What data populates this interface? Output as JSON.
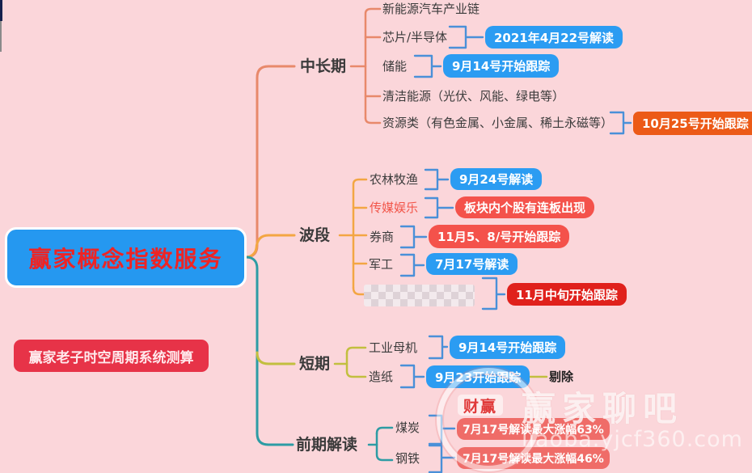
{
  "root": {
    "title": "赢家概念指数服务",
    "subtitle": "赢家老子时空周期系统测算"
  },
  "branches": [
    {
      "label": "中长期",
      "children": [
        {
          "label": "新能源汽车产业链"
        },
        {
          "label": "芯片/半导体",
          "tag": "2021年4月22号解读",
          "tag_color": "blue"
        },
        {
          "label": "储能",
          "tag": "9月14号开始跟踪",
          "tag_color": "blue"
        },
        {
          "label": "清洁能源（光伏、风能、绿电等）"
        },
        {
          "label": "资源类（有色金属、小金属、稀土永磁等）",
          "tag": "10月25号开始跟踪",
          "tag_color": "orange"
        }
      ]
    },
    {
      "label": "波段",
      "children": [
        {
          "label": "农林牧渔",
          "tag": "9月24号解读",
          "tag_color": "blue"
        },
        {
          "label": "传媒娱乐",
          "label_color": "red",
          "tag": "板块内个股有连板出现",
          "tag_color": "tomato"
        },
        {
          "label": "券商",
          "tag": "11月5、8/号开始跟踪",
          "tag_color": "tomato"
        },
        {
          "label": "军工",
          "tag": "7月17号解读",
          "tag_color": "blue"
        },
        {
          "label": "",
          "censored": true,
          "tag": "11月中旬开始跟踪",
          "tag_color": "red"
        }
      ]
    },
    {
      "label": "短期",
      "children": [
        {
          "label": "工业母机",
          "tag": "9月14号开始跟踪",
          "tag_color": "blue"
        },
        {
          "label": "造纸",
          "tag": "9月23开始跟踪",
          "tag_color": "blue",
          "suffix": "剔除"
        }
      ]
    },
    {
      "label": "前期解读",
      "children": [
        {
          "label": "煤炭",
          "tag": "7月17号解读最大涨幅63%",
          "tag_color": "salmon"
        },
        {
          "label": "钢铁",
          "tag": "7月17号解读最大涨幅46%",
          "tag_color": "salmon"
        }
      ]
    }
  ],
  "watermark": {
    "badge": "财赢",
    "title": "赢家聊吧",
    "url": "liaoba.yjcf360.com"
  },
  "colors": {
    "background": "#fbd6da",
    "root_box": "#2598f0",
    "root_text": "#ee2424",
    "subtitle_box": "#e73348",
    "tag_blue": "#2b9cf2",
    "tag_orange": "#ec5a17",
    "tag_tomato": "#f4524b",
    "tag_red": "#e0211c",
    "tag_salmon": "#ef6c68",
    "branch_midlong_line": "#e8896b",
    "branch_band_line": "#f3a643",
    "branch_short_line": "#c2bf3f",
    "branch_early_line": "#2d9ca4",
    "bracket_line": "#4a90d8",
    "media_label_text": "#f25549"
  }
}
